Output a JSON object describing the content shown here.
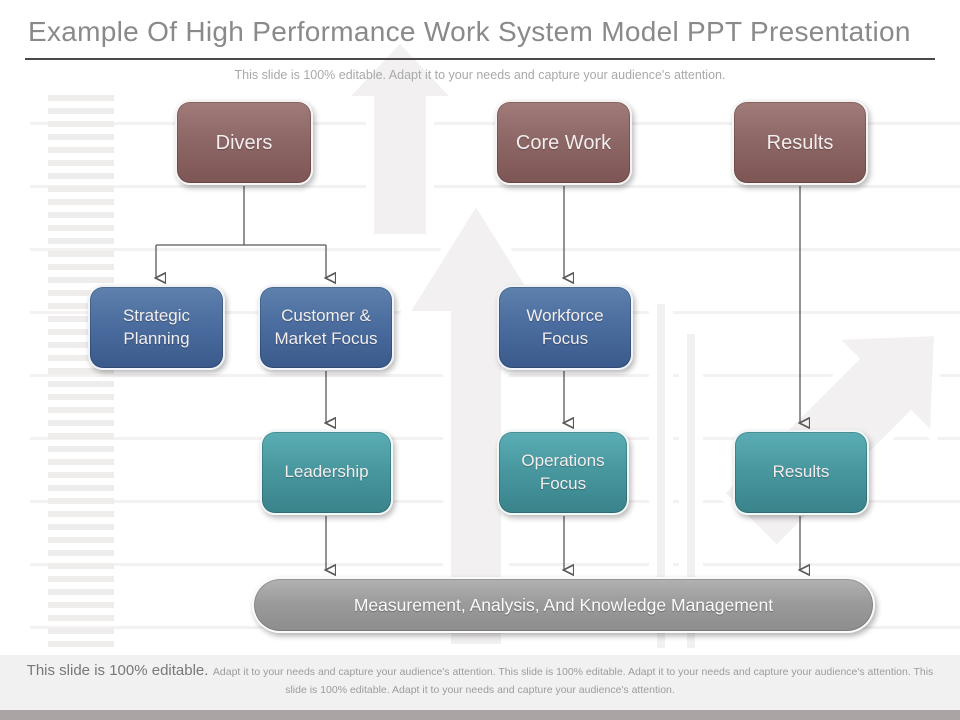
{
  "header": {
    "title": "Example Of High Performance Work System Model PPT Presentation",
    "subtitle": "This slide is 100% editable. Adapt it to your needs and capture your audience's attention."
  },
  "diagram": {
    "top": [
      {
        "label": "Divers"
      },
      {
        "label": "Core Work"
      },
      {
        "label": "Results"
      }
    ],
    "middle": [
      {
        "label": "Strategic Planning"
      },
      {
        "label": "Customer & Market Focus"
      },
      {
        "label": "Workforce Focus"
      }
    ],
    "lower": [
      {
        "label": "Leadership"
      },
      {
        "label": "Operations Focus"
      },
      {
        "label": "Results"
      }
    ],
    "bar": {
      "label": "Measurement, Analysis, And Knowledge Management"
    }
  },
  "footer": {
    "lead": "This slide is 100% editable.",
    "rest": "Adapt it to your needs and capture your audience's attention. This slide is 100% editable. Adapt it to your needs and capture your audience's attention. This slide is 100% editable. Adapt it to your needs and capture your audience's attention."
  },
  "colors": {
    "maroon": "#8d6766",
    "blue": "#4a6c9e",
    "teal": "#47969e",
    "bar_gray": "#9b9b9b",
    "title_gray": "#8a8a8a",
    "rule_dark": "#4a4a4a",
    "connector": "#595959"
  }
}
